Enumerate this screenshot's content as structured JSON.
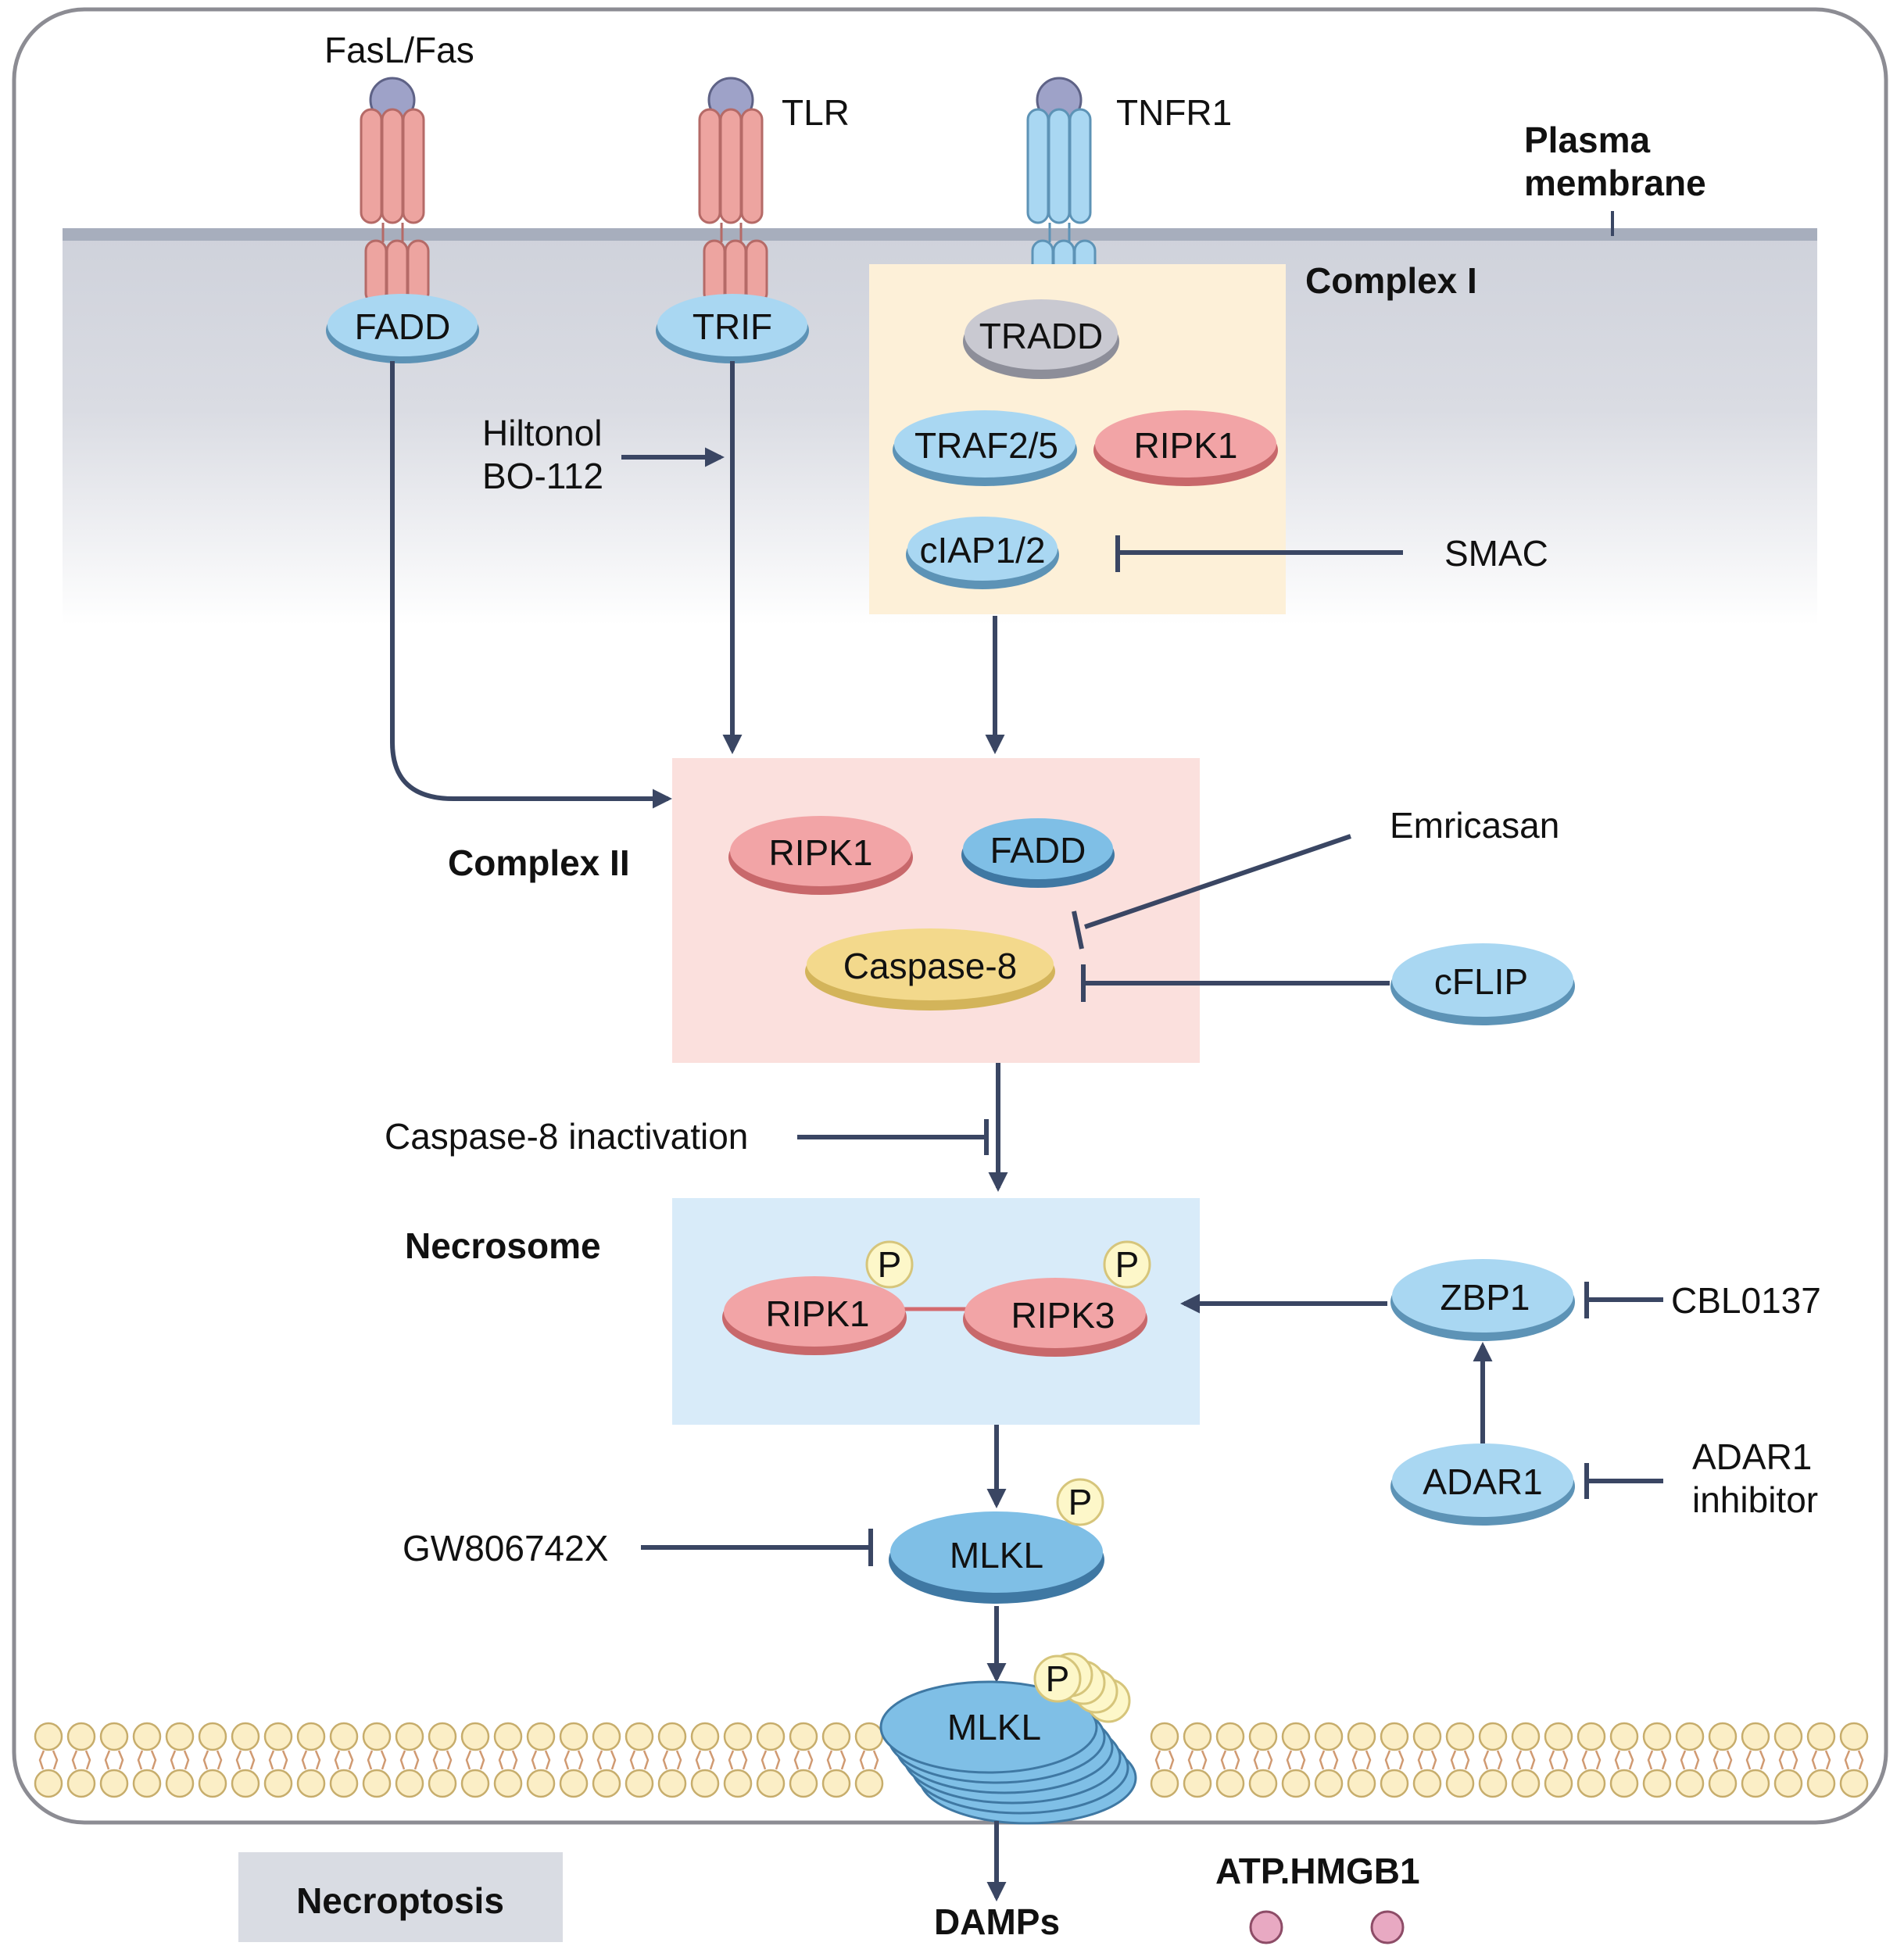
{
  "title": "Necroptosis",
  "membrane_label": [
    "Plasma",
    "membrane"
  ],
  "receptors": {
    "fas": "FasL/Fas",
    "tlr": "TLR",
    "tnfr1": "TNFR1"
  },
  "adaptors": {
    "fadd": "FADD",
    "trif": "TRIF"
  },
  "complex1": {
    "label": "Complex I",
    "tradd": "TRADD",
    "traf": "TRAF2/5",
    "ripk1": "RIPK1",
    "ciap": "cIAP1/2"
  },
  "complex2": {
    "label": "Complex II",
    "ripk1": "RIPK1",
    "fadd": "FADD",
    "caspase8": "Caspase-8"
  },
  "necrosome": {
    "label": "Necrosome",
    "ripk1": "RIPK1",
    "ripk3": "RIPK3",
    "phospho": "P"
  },
  "drugs": {
    "hiltonol": [
      "Hiltonol",
      "BO-112"
    ],
    "smac": "SMAC",
    "emricasan": "Emricasan",
    "cflip": "cFLIP",
    "casp8_inactivation": "Caspase-8 inactivation",
    "zbp1": "ZBP1",
    "cbl0137": "CBL0137",
    "adar1": "ADAR1",
    "adar1_inhibitor": [
      "ADAR1",
      "inhibitor"
    ],
    "gw": "GW806742X"
  },
  "mlkl": {
    "cytosolic": "MLKL",
    "membrane": "MLKL",
    "phospho": "P"
  },
  "outputs": {
    "damps": "DAMPs",
    "atp_hmgb1": "ATP.HMGB1"
  },
  "colors": {
    "line": "#3a4663",
    "complex1_box": "#fdf0d8",
    "complex2_box": "#fbe0dd",
    "necrosome_box": "#d8ebf9",
    "blue_protein": "#a9d7f2",
    "red_protein": "#f2a4a6",
    "grey_protein": "#c9c9d1",
    "yellow_protein": "#f3d98c"
  }
}
